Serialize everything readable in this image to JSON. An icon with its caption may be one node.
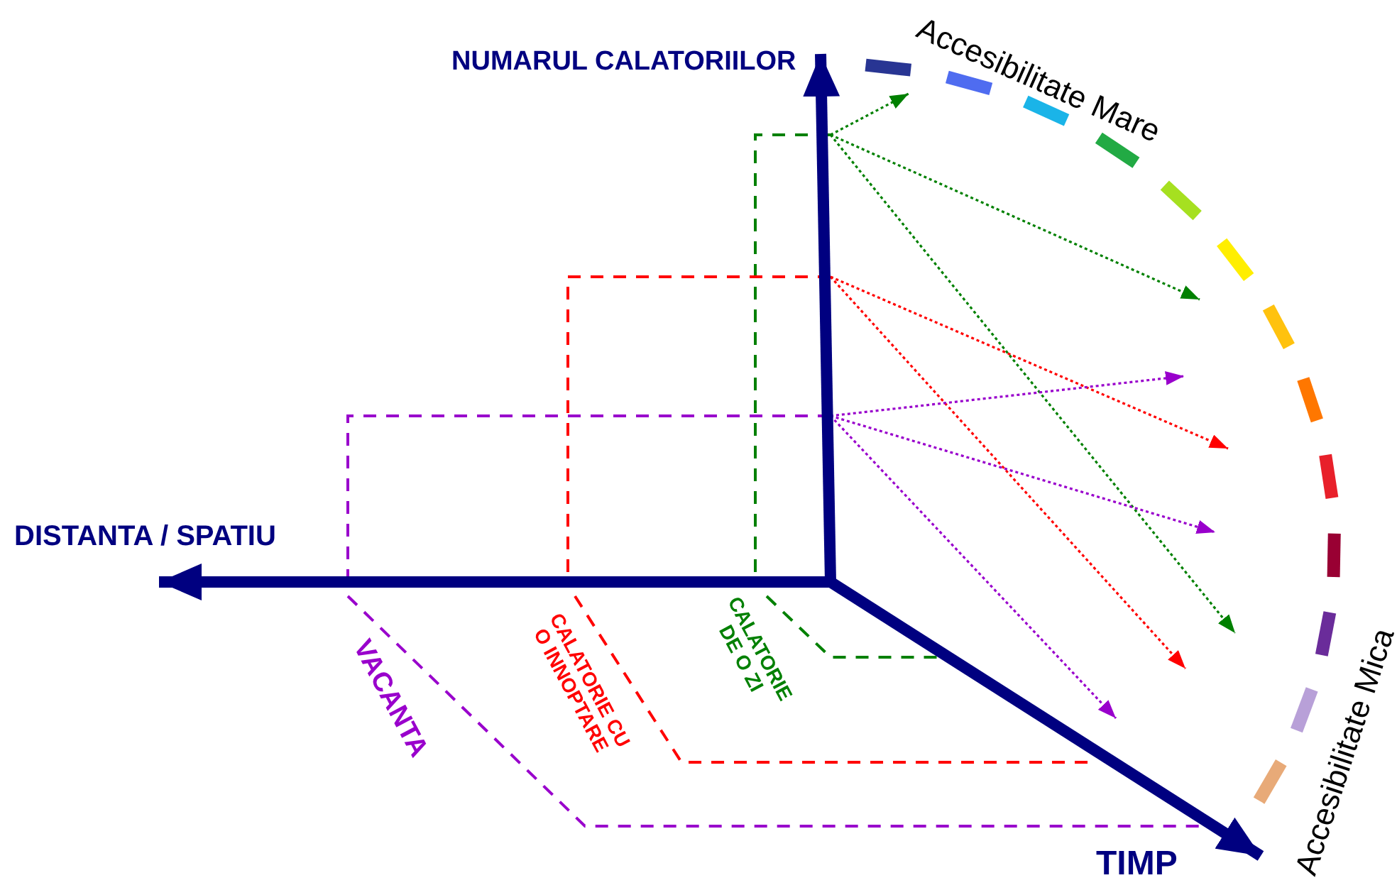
{
  "diagram": {
    "labels": [
      "NUMARUL CALATORIILOR",
      "Accesibilitate Mare",
      "DISTANTA / SPATIU",
      "VACANTA",
      "CALATORIE CU O INNOPTARE",
      "CALATORIE DE O ZI",
      "Accesibilitate Mica",
      "TIMP"
    ]
  }
}
